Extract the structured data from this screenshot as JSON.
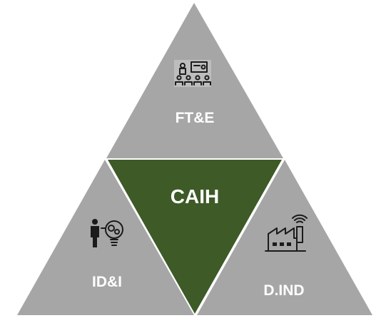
{
  "diagram": {
    "center": {
      "label": "CAIH",
      "color": "#3d5a27"
    },
    "top": {
      "label": "FT&E",
      "icon": "presentation-audience-icon",
      "color": "#a6a6a6"
    },
    "bottom_left": {
      "label": "ID&I",
      "icon": "innovation-lightbulb-person-icon",
      "color": "#a6a6a6"
    },
    "bottom_right": {
      "label": "D.IND",
      "icon": "smart-factory-icon",
      "color": "#a6a6a6"
    }
  }
}
